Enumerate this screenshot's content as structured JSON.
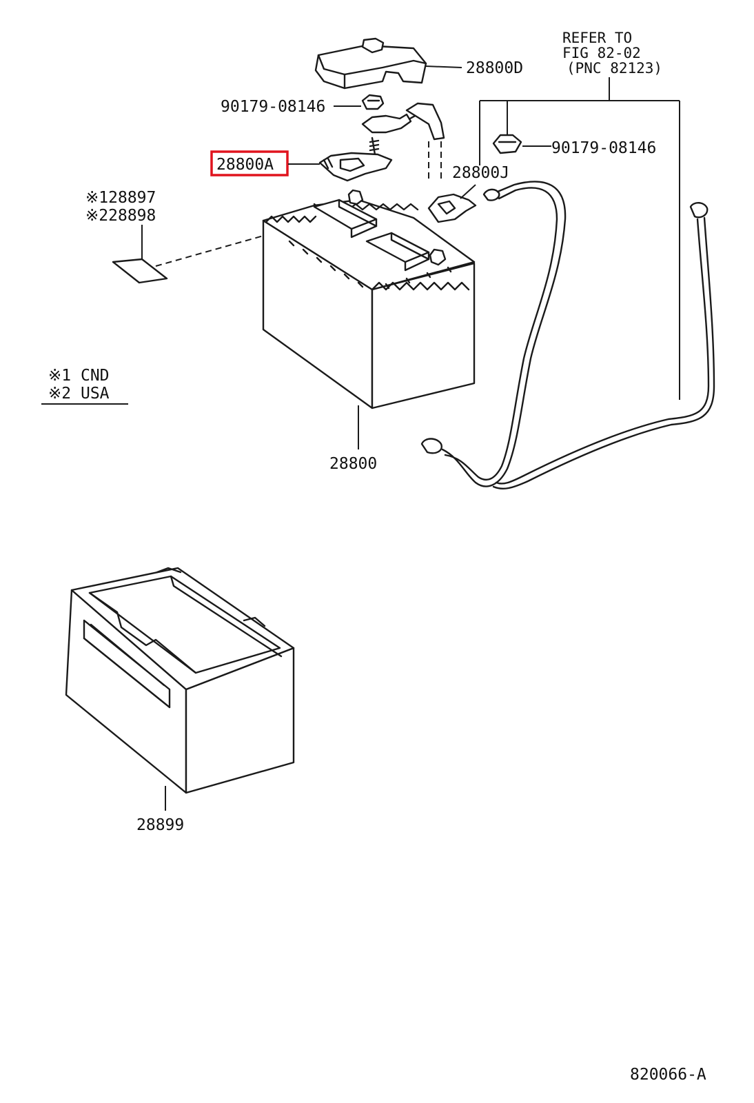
{
  "colors": {
    "highlight": "#e0141e",
    "line": "#1a1a1a",
    "background": "#ffffff"
  },
  "labels": {
    "cover": "28800D",
    "nut_top": "90179-08146",
    "terminal_highlighted": "28800A",
    "nut_right": "90179-08146",
    "terminal_neg": "28800J",
    "refer_line1": "REFER TO",
    "refer_line2": "FIG 82-02",
    "refer_line3": "(PNC 82123)",
    "note_part1": "※128897",
    "note_part2": "※228898",
    "battery": "28800",
    "tray": "28899",
    "figure_id": "820066-A"
  },
  "legend": {
    "line1": "※1  CND",
    "line2": "※2  USA"
  }
}
